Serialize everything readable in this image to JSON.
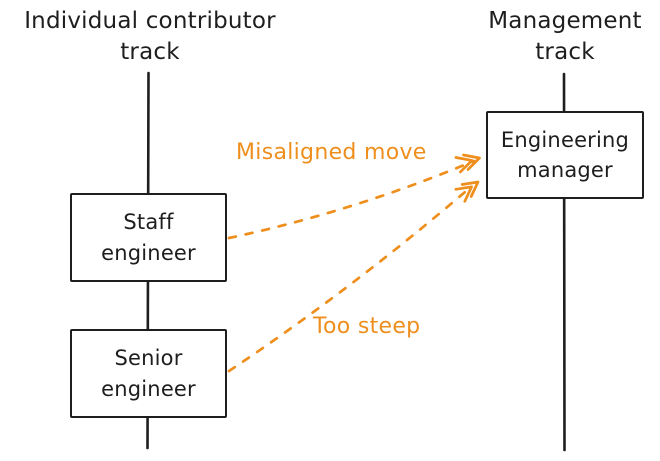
{
  "diagram": {
    "colors": {
      "stroke": "#1e1e1e",
      "accent": "#ee8f1d",
      "background": "#ffffff"
    },
    "tracks": [
      {
        "id": "individual-contributor",
        "title_line1": "Individual contributor",
        "title_line2": "track"
      },
      {
        "id": "management",
        "title_line1": "Management",
        "title_line2": "track"
      }
    ],
    "nodes": [
      {
        "id": "staff-engineer",
        "label": "Staff engineer",
        "track": "individual-contributor"
      },
      {
        "id": "senior-engineer",
        "label": "Senior engineer",
        "track": "individual-contributor"
      },
      {
        "id": "engineering-manager",
        "label": "Engineering manager",
        "track": "management"
      }
    ],
    "annotations": [
      {
        "id": "misaligned-move",
        "label": "Misaligned move",
        "from": "staff-engineer",
        "to": "engineering-manager",
        "style": "dashed-orange-arrow"
      },
      {
        "id": "too-steep",
        "label": "Too steep",
        "from": "senior-engineer",
        "to": "engineering-manager",
        "style": "dashed-orange-arrow"
      }
    ]
  }
}
